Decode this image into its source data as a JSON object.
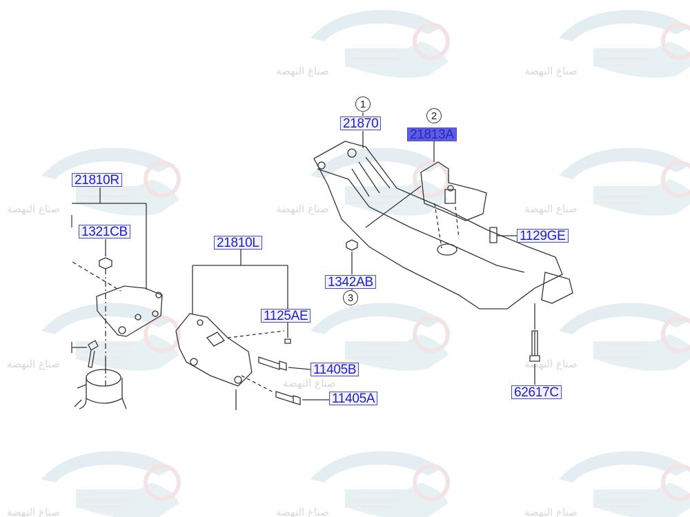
{
  "watermark": {
    "text": "صناع النهضة"
  },
  "labels": {
    "r21810R": "21810R",
    "r1321CB": "1321CB",
    "r21810L": "21810L",
    "r1125AE": "1125AE",
    "r11405B": "11405B",
    "r11405A": "11405A",
    "r21870": "21870",
    "r21813A": "21813A",
    "r1129GE": "1129GE",
    "r1342AB": "1342AB",
    "r62617C": "62617C"
  },
  "callouts": {
    "c1": "1",
    "c2": "2",
    "c3": "3"
  },
  "colors": {
    "label_border": "#4a4ad8",
    "label_text": "#2020c8",
    "selected_fill": "#5c5ce8"
  }
}
